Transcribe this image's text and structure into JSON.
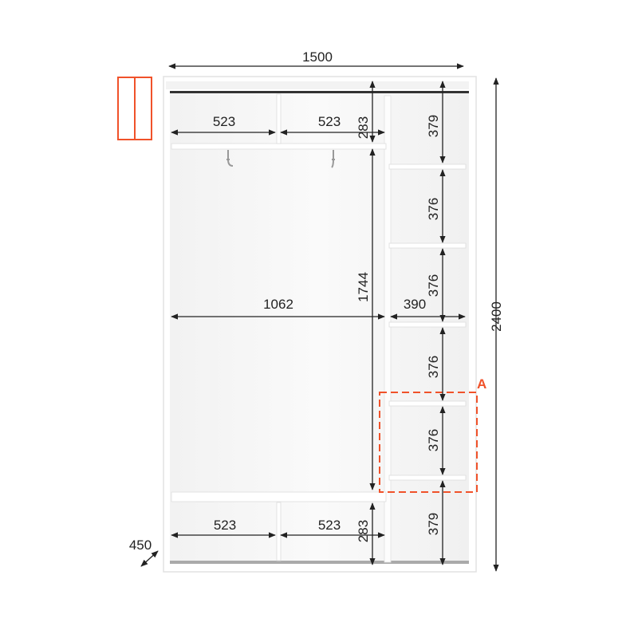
{
  "colors": {
    "accent": "#f0522a",
    "line": "#222222",
    "panel": "#ffffff",
    "shadow": "#e4e4e4"
  },
  "icons": {
    "door_scheme": "two-door-wardrobe-icon",
    "hanger": "hanger-icon",
    "depth": "diagonal-arrow-icon"
  },
  "dimensions": {
    "width": "1500",
    "height": "2400",
    "depth": "450",
    "top_left_cell": "523",
    "top_middle_cell": "523",
    "top_cell_height": "283",
    "right_top_cell_height": "379",
    "hanging_height": "1744",
    "hanging_width": "1062",
    "right_column_width": "390",
    "right_cells": [
      "376",
      "376",
      "376",
      "376"
    ],
    "bottom_left_cell": "523",
    "bottom_middle_cell": "523",
    "bottom_cell_height": "283",
    "right_bottom_cell_height": "379"
  },
  "callout": {
    "label": "A"
  }
}
